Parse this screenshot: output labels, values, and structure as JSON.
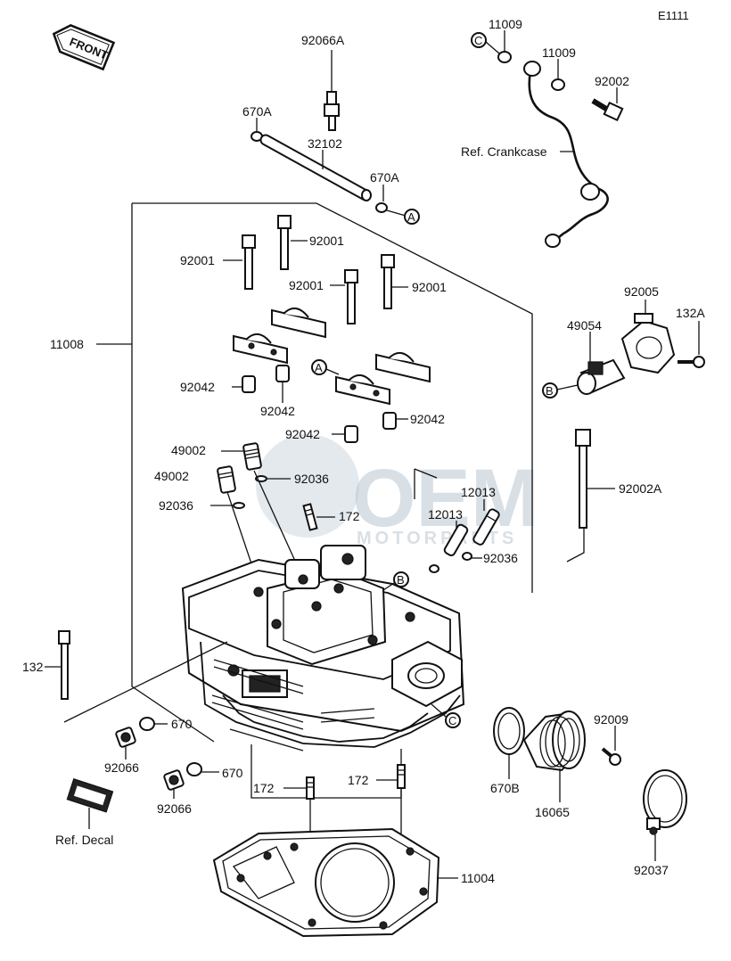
{
  "diagram": {
    "ref_code": "E1111",
    "front_label": "FRONT",
    "markers": {
      "a": "A",
      "b": "B",
      "c": "C"
    },
    "watermark": {
      "brand": "OEM",
      "sub": "MOTORPARTS"
    },
    "labels": {
      "p92066A": "92066A",
      "p670A_1": "670A",
      "p32102": "32102",
      "p670A_2": "670A",
      "p11009_1": "11009",
      "p11009_2": "11009",
      "p92002": "92002",
      "ref_crankcase": "Ref. Crankcase",
      "p92001_a": "92001",
      "p92001_b": "92001",
      "p92001_c": "92001",
      "p92001_d": "92001",
      "p11008": "11008",
      "p92005": "92005",
      "p132A": "132A",
      "p49054": "49054",
      "p92042_a": "92042",
      "p92042_b": "92042",
      "p92042_c": "92042",
      "p92042_d": "92042",
      "p49002_a": "49002",
      "p49002_b": "49002",
      "p92036_a": "92036",
      "p92036_b": "92036",
      "p92036_c": "92036",
      "p172_a": "172",
      "p12013_a": "12013",
      "p12013_b": "12013",
      "p92002A": "92002A",
      "p132": "132",
      "p670_a": "670",
      "p670_b": "670",
      "p92066_a": "92066",
      "p92066_b": "92066",
      "p172_b": "172",
      "p172_c": "172",
      "p670B": "670B",
      "p16065": "16065",
      "p92009": "92009",
      "ref_decal": "Ref. Decal",
      "p11004": "11004",
      "p92037": "92037"
    }
  }
}
